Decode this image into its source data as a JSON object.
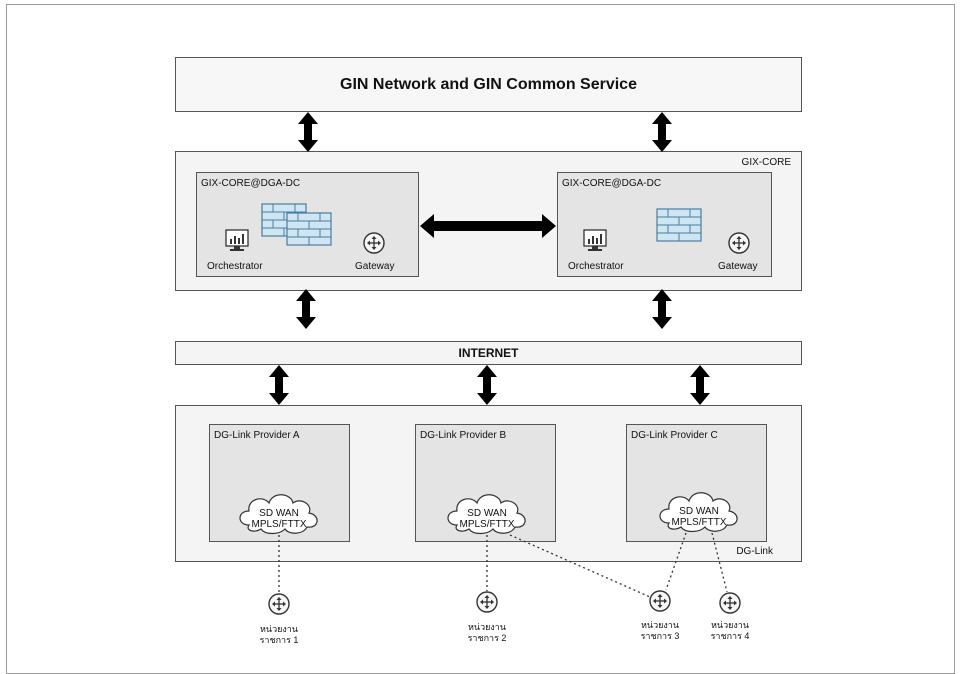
{
  "gin_box": {
    "title": "GIN Network and GIN Common Service"
  },
  "gix_core": {
    "label": "GIX-CORE",
    "nodes": [
      {
        "title": "GIX-CORE@DGA-DC",
        "orchestrator": "Orchestrator",
        "gateway": "Gateway"
      },
      {
        "title": "GIX-CORE@DGA-DC",
        "orchestrator": "Orchestrator",
        "gateway": "Gateway"
      }
    ]
  },
  "internet": {
    "title": "INTERNET"
  },
  "dg_link": {
    "label": "DG-Link",
    "providers": [
      {
        "title": "DG-Link Provider A",
        "cloud_line1": "SD WAN",
        "cloud_line2": "MPLS/FTTX"
      },
      {
        "title": "DG-Link Provider B",
        "cloud_line1": "SD WAN",
        "cloud_line2": "MPLS/FTTX"
      },
      {
        "title": "DG-Link Provider C",
        "cloud_line1": "SD WAN",
        "cloud_line2": "MPLS/FTTX"
      }
    ]
  },
  "agencies": [
    {
      "line1": "หน่วยงาน",
      "line2": "ราชการ 1"
    },
    {
      "line1": "หน่วยงาน",
      "line2": "ราชการ 2"
    },
    {
      "line1": "หน่วยงาน",
      "line2": "ราชการ 3"
    },
    {
      "line1": "หน่วยงาน",
      "line2": "ราชการ 4"
    }
  ],
  "icons": [
    "double-arrow-icon",
    "firewall-icon",
    "monitor-chart-icon",
    "router-icon",
    "cloud-icon"
  ]
}
